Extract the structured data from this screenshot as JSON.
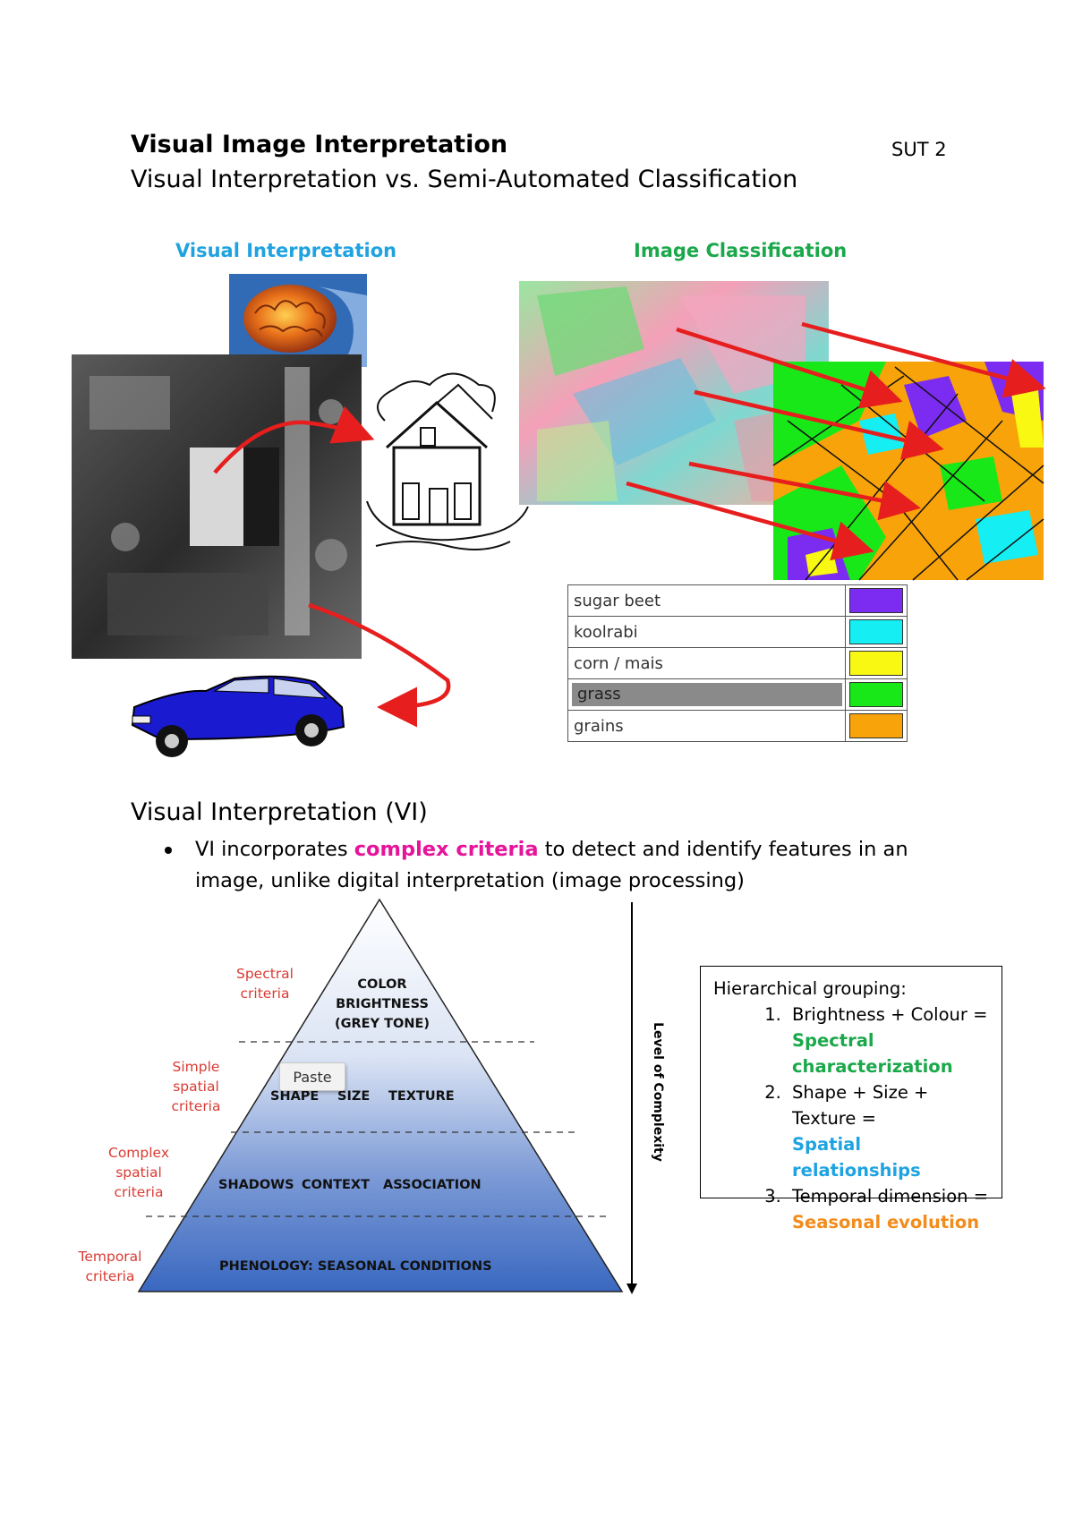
{
  "header": {
    "title": "Visual Image Interpretation",
    "unit": "SUT 2",
    "subtitle": "Visual Interpretation vs. Semi-Automated Classification"
  },
  "figure": {
    "left_heading": "Visual Interpretation",
    "right_heading": "Image Classification",
    "legend": [
      {
        "label": "sugar beet",
        "color": "#7b2cf0"
      },
      {
        "label": "koolrabi",
        "color": "#15eef2"
      },
      {
        "label": "corn / mais",
        "color": "#f8f812"
      },
      {
        "label": "grass",
        "color": "#18e818"
      },
      {
        "label": "grains",
        "color": "#f8a30a"
      }
    ],
    "colors": {
      "visual_heading": "#1fa3e0",
      "classification_heading": "#1aa84a"
    }
  },
  "section": {
    "heading": "Visual Interpretation (VI)",
    "bullet_before": "VI incorporates ",
    "bullet_highlight": "complex criteria",
    "bullet_after": " to detect and identify features in an image, unlike digital interpretation (image processing)"
  },
  "pyramid": {
    "criteria": {
      "spectral": "Spectral criteria",
      "simple": "Simple spatial criteria",
      "complex": "Complex spatial criteria",
      "temporal": "Temporal criteria"
    },
    "levels": {
      "top": [
        "COLOR",
        "BRIGHTNESS",
        "(GREY TONE)"
      ],
      "shape": "SHAPE",
      "size": "SIZE",
      "texture": "TEXTURE",
      "shadows": "SHADOWS",
      "context": "CONTEXT",
      "association": "ASSOCIATION",
      "bottom": "PHENOLOGY: SEASONAL CONDITIONS"
    },
    "axis_label": "Level of Complexity",
    "paste_label": "Paste"
  },
  "grouping_box": {
    "title": "Hierarchical grouping:",
    "items": [
      {
        "text": "Brightness + Colour =",
        "highlight": "Spectral characterization",
        "color": "#1aa84a"
      },
      {
        "text": "Shape + Size + Texture =",
        "highlight": "Spatial relationships",
        "color": "#1fa3e0"
      },
      {
        "text": "Temporal dimension =",
        "highlight": "Seasonal evolution",
        "color": "#f28c1c"
      }
    ]
  }
}
